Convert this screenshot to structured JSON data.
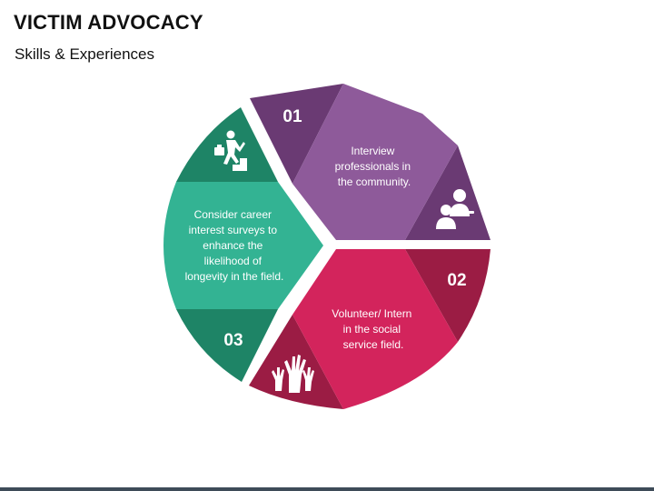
{
  "header": {
    "title": "VICTIM ADVOCACY",
    "subtitle": "Skills & Experiences"
  },
  "segments": [
    {
      "number": "01",
      "lines": [
        "Interview",
        "professionals in",
        "the community."
      ],
      "icon": "interview-people-icon",
      "colors": {
        "main": "#8e5a9a",
        "dark": "#6a3a73"
      }
    },
    {
      "number": "02",
      "lines": [
        "Volunteer/ Intern",
        "in the social",
        "service field."
      ],
      "icon": "raised-hands-icon",
      "colors": {
        "main": "#d3245c",
        "dark": "#9b1c44"
      }
    },
    {
      "number": "03",
      "lines": [
        "Consider career",
        "interest surveys to",
        "enhance the",
        "likelihood of",
        "longevity in the field."
      ],
      "icon": "career-climb-icon",
      "colors": {
        "main": "#33b393",
        "dark": "#1e8466"
      }
    }
  ]
}
